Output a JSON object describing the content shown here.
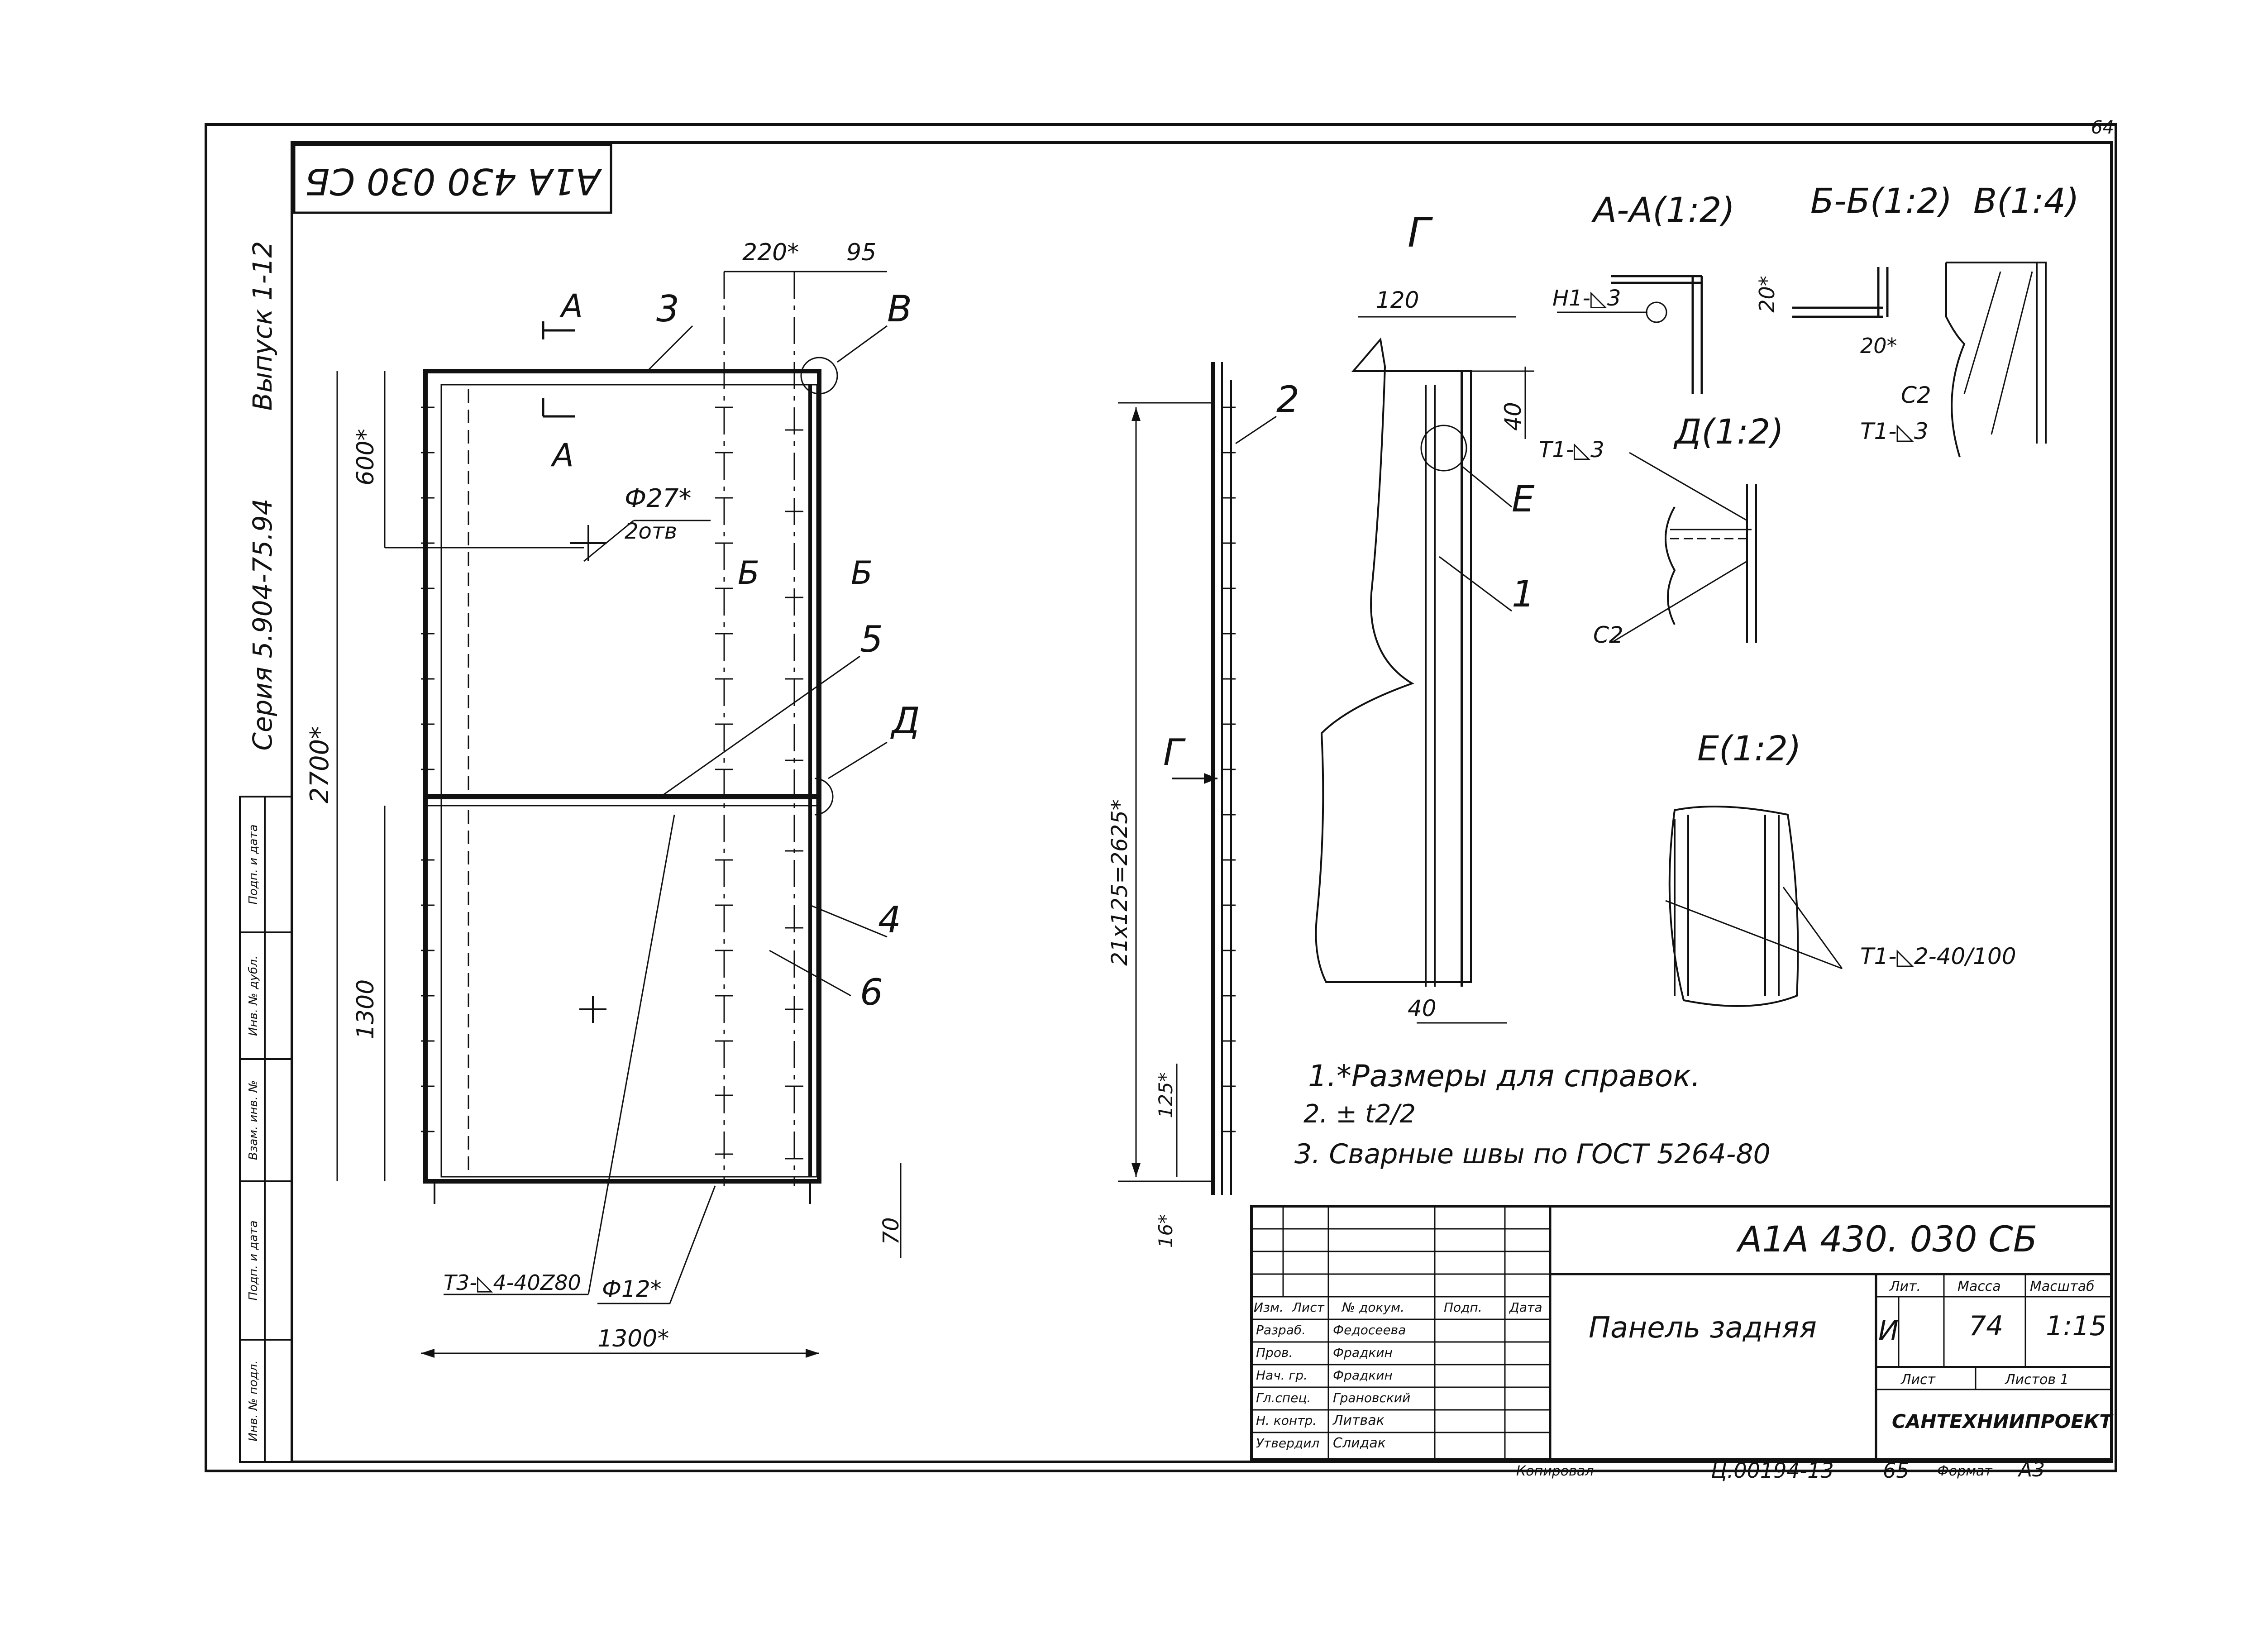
{
  "sheet": {
    "page_number": "64",
    "drawing_code": "А1А 430 030 СБ",
    "series": "Серия 5.904-75.94",
    "issue": "Выпуск 1-12"
  },
  "front_view": {
    "section_a": "А",
    "section_b": "Б",
    "view_v": "В",
    "leader_d": "Д",
    "dim_220": "220*",
    "dim_95": "95",
    "dim_600": "600*",
    "dim_2700": "2700*",
    "dim_1300_v": "1300",
    "dim_1300_h": "1300*",
    "dim_70": "70",
    "hole_dia": "Ф27*",
    "hole_count": "2отв",
    "rod_dia": "Ф12*",
    "weld_t3": "Т3-◺4-40Z80",
    "pos_3": "3",
    "pos_5": "5",
    "pos_4": "4",
    "pos_6": "6"
  },
  "side_view": {
    "view_g": "Г",
    "pos_2": "2",
    "pos_1": "1",
    "dim_pitch": "21х125=2625*",
    "dim_125": "125*",
    "dim_16": "16*",
    "dim_120": "120",
    "dim_40_top": "40",
    "dim_40_bottom": "40",
    "weld_t1": "Т1-◺3",
    "detail_e": "Е"
  },
  "details": {
    "aa_title": "А-А(1:2)",
    "aa_weld": "Н1-◺3",
    "aa_dim": "20*",
    "bb_title": "Б-Б(1:2)",
    "bb_dim": "20*",
    "v_title": "В(1:4)",
    "v_c2": "С2",
    "v_weld": "Т1-◺3",
    "d_title": "Д(1:2)",
    "d_c2": "С2",
    "e_title": "Е(1:2)",
    "e_weld": "Т1-◺2-40/100"
  },
  "notes": [
    "1.*Размеры для справок.",
    "2. ± t2/2",
    "3. Сварные швы по ГОСТ 5264-80"
  ],
  "left_strip": [
    "Подп. и дата",
    "Инв. № дубл.",
    "Взам. инв. №",
    "Подп. и дата",
    "Инв. № подл."
  ],
  "title_block": {
    "code": "А1А 430. 030 СБ",
    "name": "Панель задняя",
    "headers": [
      "Изм.",
      "Лист",
      "№ докум.",
      "Подп.",
      "Дата"
    ],
    "rows": [
      {
        "role": "Разраб.",
        "name": "Федосеева"
      },
      {
        "role": "Пров.",
        "name": "Фрадкин"
      },
      {
        "role": "Нач. гр.",
        "name": "Фрадкин"
      },
      {
        "role": "Гл.спец.",
        "name": "Грановский"
      },
      {
        "role": "Н. контр.",
        "name": "Литвак"
      },
      {
        "role": "Утвердил",
        "name": "Слидак"
      }
    ],
    "lit_label": "Лит.",
    "mass_label": "Масса",
    "scale_label": "Масштаб",
    "lit": "И",
    "mass": "74",
    "scale": "1:15",
    "sheet_label": "Лист",
    "sheets_label": "Листов 1",
    "org": "САНТЕХНИИПРОЕКТ"
  },
  "footer": {
    "copied": "Копировал",
    "archive": "Ц.00194-13",
    "num": "65",
    "format_label": "Формат",
    "format": "А3"
  }
}
